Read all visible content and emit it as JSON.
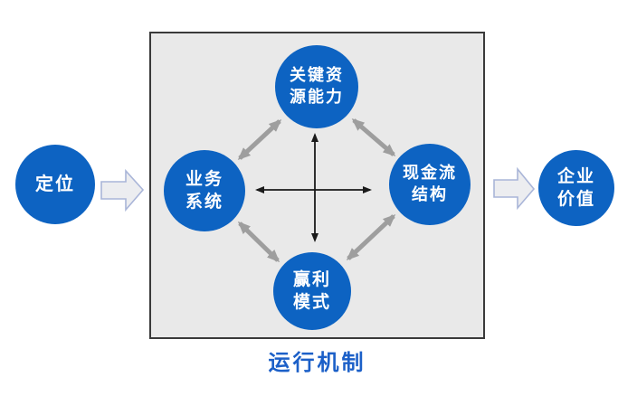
{
  "caption": "运行机制",
  "nodes": {
    "positioning": {
      "line1": "定位"
    },
    "key_resources": {
      "line1": "关键资",
      "line2": "源能力"
    },
    "business_system": {
      "line1": "业务",
      "line2": "系统"
    },
    "cashflow_structure": {
      "line1": "现金流",
      "line2": "结构"
    },
    "profit_model": {
      "line1": "赢利",
      "line2": "模式"
    },
    "enterprise_value": {
      "line1": "企业",
      "line2": "价值"
    }
  },
  "connectors": {
    "diamond_links": "bidirectional-gray",
    "center_cross": "bidirectional-black"
  },
  "colors": {
    "node_blue": "#0d63c2",
    "caption_blue": "#1c60c8",
    "connector_gray": "#9e9e9e",
    "cross_black": "#1a1a1a",
    "box_fill": "#e9e9e9",
    "box_border": "#3a3a3a",
    "flow_arrow_fill": "#ecedf0",
    "flow_arrow_stroke": "#a9b5d8"
  }
}
